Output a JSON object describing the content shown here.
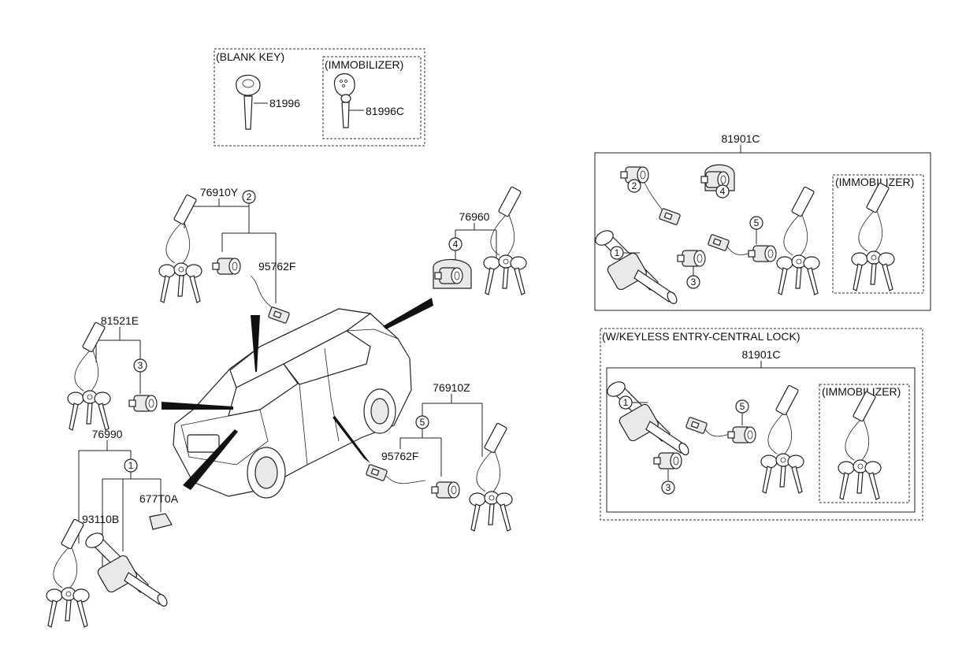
{
  "blank_key_group": {
    "title": "(BLANK KEY)",
    "part": "81996"
  },
  "immobilizer_key_group": {
    "title": "(IMMOBILIZER)",
    "part": "81996C"
  },
  "set_81901c": {
    "label": "81901C",
    "immobilizer_title": "(IMMOBILIZER)",
    "callouts": [
      "1",
      "2",
      "3",
      "4",
      "5"
    ]
  },
  "keyless_group": {
    "title": "(W/KEYLESS ENTRY-CENTRAL LOCK)",
    "label": "81901C",
    "immobilizer_title": "(IMMOBILIZER)",
    "callouts": [
      "1",
      "3",
      "5"
    ]
  },
  "assy_76910y": {
    "label": "76910Y",
    "callout": "2",
    "connector": "95762F"
  },
  "assy_76960": {
    "label": "76960",
    "callout": "4"
  },
  "assy_81521e": {
    "label": "81521E",
    "callout": "3"
  },
  "assy_76910z": {
    "label": "76910Z",
    "callout": "5",
    "connector": "95762F"
  },
  "assy_76990": {
    "label": "76990",
    "callout": "1",
    "parts": [
      "93110B",
      "677T0A"
    ]
  }
}
